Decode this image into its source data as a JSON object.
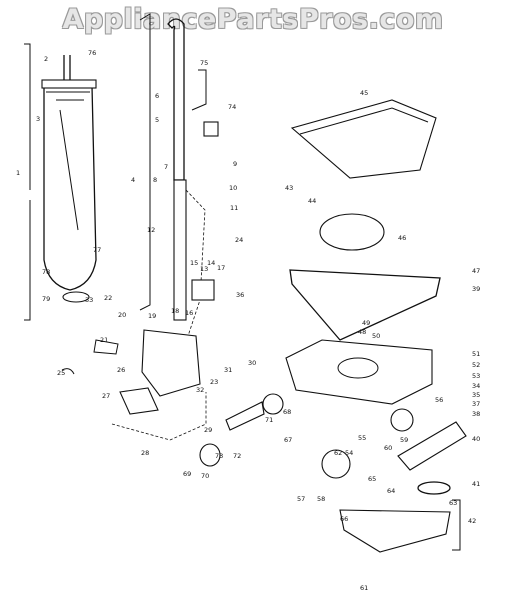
{
  "watermark": "AppliancePartsPros.com",
  "callouts": [
    "1",
    "2",
    "3",
    "4",
    "5",
    "6",
    "7",
    "8",
    "9",
    "10",
    "11",
    "12",
    "13",
    "14",
    "15",
    "16",
    "17",
    "18",
    "19",
    "20",
    "21",
    "22",
    "23",
    "24",
    "25",
    "26",
    "27",
    "28",
    "29",
    "30",
    "31",
    "32",
    "33",
    "34",
    "35",
    "36",
    "37",
    "38",
    "39",
    "40",
    "41",
    "42",
    "43",
    "44",
    "45",
    "46",
    "47",
    "48",
    "49",
    "50",
    "51",
    "52",
    "53",
    "54",
    "55",
    "56",
    "57",
    "58",
    "59",
    "60",
    "61",
    "62",
    "63",
    "64",
    "65",
    "66",
    "67",
    "68",
    "69",
    "70",
    "71",
    "72",
    "73",
    "74",
    "75",
    "76",
    "77",
    "78",
    "79"
  ]
}
